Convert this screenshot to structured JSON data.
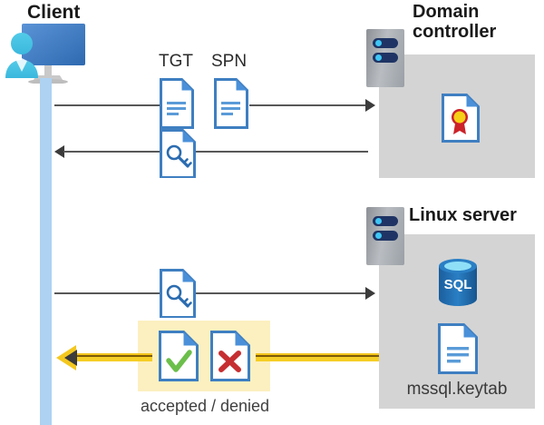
{
  "diagram": {
    "type": "sequence-diagram",
    "title_client": "Client",
    "title_domain_controller": "Domain controller",
    "title_linux_server": "Linux server",
    "labels": {
      "tgt": "TGT",
      "spn": "SPN",
      "keytab": "mssql.keytab",
      "accepted_denied": "accepted / denied"
    },
    "icons": {
      "client": "user-at-monitor-icon",
      "tgt_doc": "document-icon",
      "spn_doc": "document-icon",
      "ticket_key_doc": "document-with-key-icon",
      "request_key_doc": "document-with-key-icon",
      "certificate": "document-with-certificate-icon",
      "sql_db": "sql-database-icon",
      "keytab_doc": "document-icon",
      "accepted_doc": "document-with-checkmark-icon",
      "denied_doc": "document-with-cross-icon",
      "dc_rack": "server-rack-icon",
      "linux_rack": "server-rack-icon"
    },
    "flows": [
      {
        "id": "flow-1",
        "direction": "client-to-dc",
        "style": "thin-gray",
        "payload": [
          "TGT",
          "SPN"
        ]
      },
      {
        "id": "flow-2",
        "direction": "dc-to-client",
        "style": "thin-gray",
        "payload": [
          "service-ticket"
        ]
      },
      {
        "id": "flow-3",
        "direction": "client-to-linux",
        "style": "thin-gray",
        "payload": [
          "service-ticket"
        ]
      },
      {
        "id": "flow-4",
        "direction": "linux-to-client",
        "style": "thick-yellow",
        "payload": [
          "accepted / denied"
        ]
      }
    ],
    "colors": {
      "lifeline": "#aed2f2",
      "panel": "#d4d4d4",
      "highlight": "#fcf0c0",
      "yellow_arrow": "#f4c81e",
      "doc_blue": "#3f7fc1",
      "accent_blue": "#2b7cd3",
      "check_green": "#6cbf4b",
      "cross_red": "#c62f32",
      "sql_blue": "#1f6cb0",
      "seal_red": "#cc2229",
      "seal_gold": "#f5d014",
      "arrow_gray": "#3b3b3b"
    }
  }
}
